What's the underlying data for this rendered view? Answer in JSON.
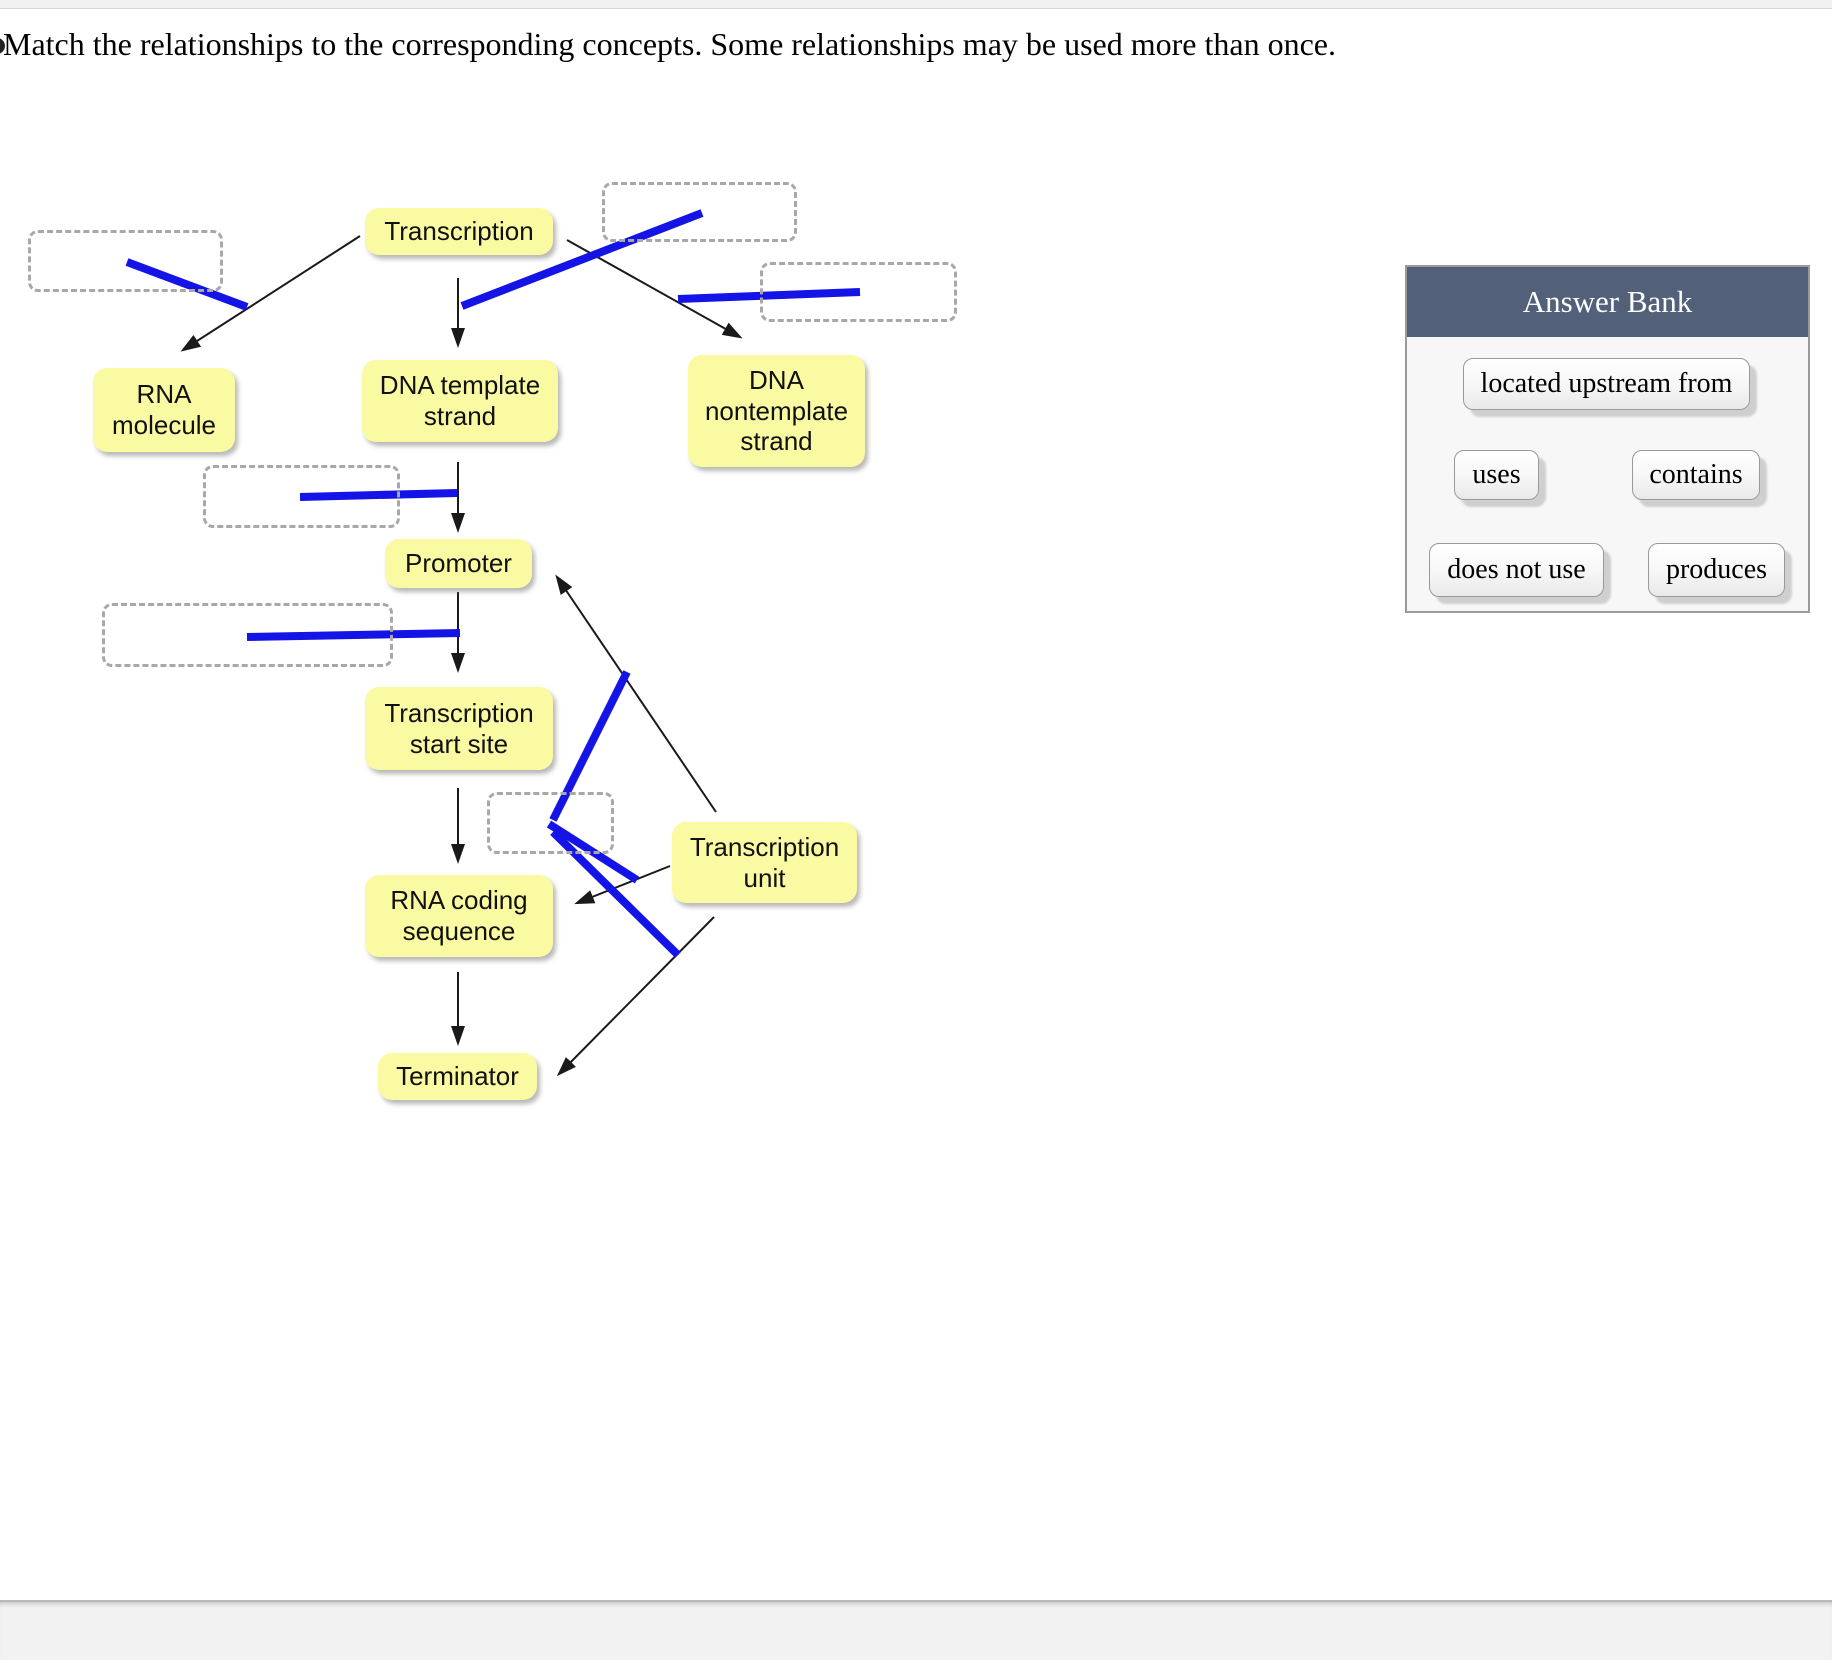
{
  "page": {
    "title": "Match the relationships to the corresponding concepts. Some relationships may be used more than once."
  },
  "colors": {
    "node_fill": "#fafaa2",
    "relationship_blue": "#1414e6",
    "drop_zone_border": "#a8a8a8",
    "bank_header_bg": "#526079",
    "bank_body_bg": "#f7f7f7"
  },
  "diagram": {
    "nodes": [
      {
        "id": "transcription",
        "label": "Transcription"
      },
      {
        "id": "rna-molecule",
        "label": "RNA\nmolecule"
      },
      {
        "id": "dna-template-strand",
        "label": "DNA template\nstrand"
      },
      {
        "id": "dna-nontemplate-strand",
        "label": "DNA\nnontemplate\nstrand"
      },
      {
        "id": "promoter",
        "label": "Promoter"
      },
      {
        "id": "transcription-start-site",
        "label": "Transcription\nstart site"
      },
      {
        "id": "rna-coding-sequence",
        "label": "RNA coding\nsequence"
      },
      {
        "id": "terminator",
        "label": "Terminator"
      },
      {
        "id": "transcription-unit",
        "label": "Transcription\nunit"
      }
    ],
    "drop_zones": [
      {
        "id": "zone-1",
        "value": ""
      },
      {
        "id": "zone-2",
        "value": ""
      },
      {
        "id": "zone-3",
        "value": ""
      },
      {
        "id": "zone-4",
        "value": ""
      },
      {
        "id": "zone-5",
        "value": ""
      },
      {
        "id": "zone-6",
        "value": ""
      }
    ]
  },
  "answer_bank": {
    "title": "Answer Bank",
    "items": [
      {
        "label": "located upstream from"
      },
      {
        "label": "uses"
      },
      {
        "label": "contains"
      },
      {
        "label": "does not use"
      },
      {
        "label": "produces"
      }
    ]
  }
}
